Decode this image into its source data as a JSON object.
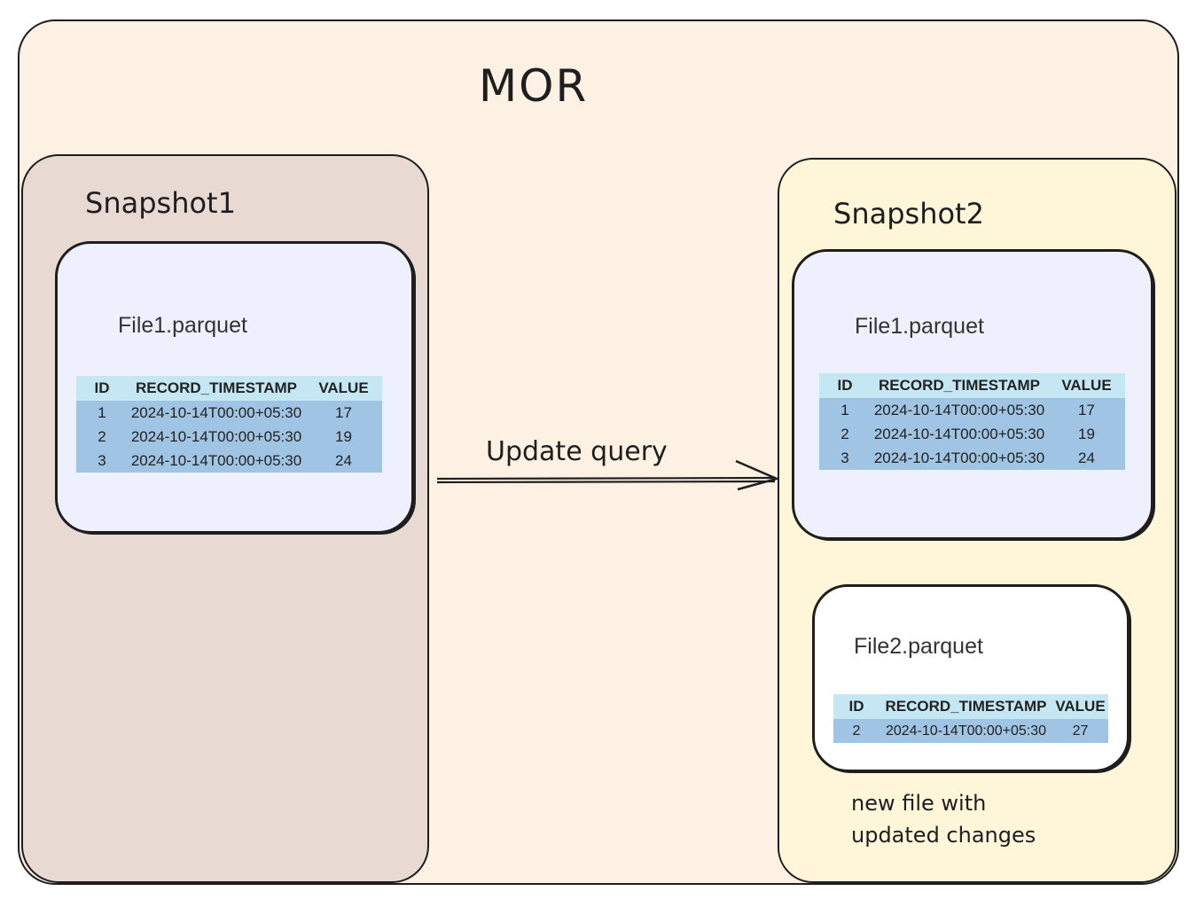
{
  "title": "MOR",
  "arrow_label": "Update query",
  "columns": [
    "ID",
    "RECORD_TIMESTAMP",
    "VALUE"
  ],
  "snapshot1": {
    "label": "Snapshot1",
    "file": {
      "name": "File1.parquet",
      "rows": [
        [
          "1",
          "2024-10-14T00:00+05:30",
          "17"
        ],
        [
          "2",
          "2024-10-14T00:00+05:30",
          "19"
        ],
        [
          "3",
          "2024-10-14T00:00+05:30",
          "24"
        ]
      ]
    }
  },
  "snapshot2": {
    "label": "Snapshot2",
    "file1": {
      "name": "File1.parquet",
      "rows": [
        [
          "1",
          "2024-10-14T00:00+05:30",
          "17"
        ],
        [
          "2",
          "2024-10-14T00:00+05:30",
          "19"
        ],
        [
          "3",
          "2024-10-14T00:00+05:30",
          "24"
        ]
      ]
    },
    "file2": {
      "name": "File2.parquet",
      "rows": [
        [
          "2",
          "2024-10-14T00:00+05:30",
          "27"
        ]
      ]
    },
    "note_line1": "new file with",
    "note_line2": "updated changes"
  },
  "colors": {
    "background": "#fdf1e4",
    "snapshot1": "#e8d9d3",
    "snapshot2": "#fff5d8",
    "file": "#eef0fe",
    "table_header": "#c5e7f3",
    "table_body": "#9fc4e4"
  }
}
